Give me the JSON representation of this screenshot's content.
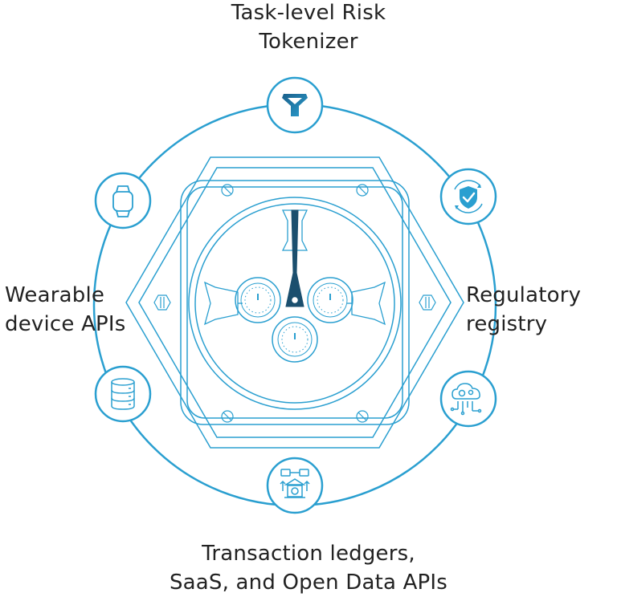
{
  "colors": {
    "accent": "#2a9fd0",
    "text": "#222222",
    "background": "#ffffff"
  },
  "labels": {
    "top": {
      "line1": "Task-level Risk",
      "line2": "Tokenizer"
    },
    "right": {
      "line1": "Regulatory",
      "line2": "registry"
    },
    "left": {
      "line1": "Wearable",
      "line2": "device APIs"
    },
    "bottom": {
      "line1": "Transaction ledgers,",
      "line2": "SaaS, and Open Data APIs"
    }
  },
  "nodes": [
    {
      "id": "top",
      "icon": "funnel-y-logo-icon"
    },
    {
      "id": "upper-right",
      "icon": "shield-check-icon"
    },
    {
      "id": "lower-right",
      "icon": "cloud-gear-circuit-icon"
    },
    {
      "id": "bottom",
      "icon": "bank-transfer-icon"
    },
    {
      "id": "lower-left",
      "icon": "database-icon"
    },
    {
      "id": "upper-left",
      "icon": "smartwatch-icon"
    }
  ]
}
